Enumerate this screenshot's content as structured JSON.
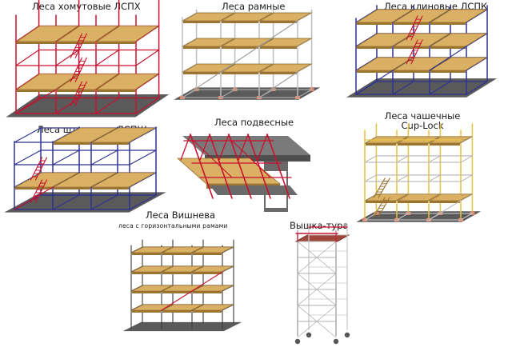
{
  "panels": [
    {
      "id": "lspkh",
      "title": "Леса хомутовые ЛСПХ"
    },
    {
      "id": "frame",
      "title": "Леса рамные"
    },
    {
      "id": "lspk",
      "title": "Леса клиновые ЛСПК"
    },
    {
      "id": "lspsh",
      "title": "Леса штыревые ЛСПШ"
    },
    {
      "id": "hanging",
      "title": "Леса подвесные"
    },
    {
      "id": "cuplock",
      "title": "Леса чашечные",
      "title2": "Cup-Lock"
    },
    {
      "id": "vishneva",
      "title": "Леса Вишнева",
      "subtitle": "леса с горизонтальными рамами"
    },
    {
      "id": "tower",
      "title": "Вышка-тура"
    }
  ],
  "colors": {
    "plank": "#d9b064",
    "plank_edge": "#9a7430",
    "red_pole": "#c8102e",
    "blue_pole": "#2e3192",
    "white_pole": "#c8c8c8",
    "yellow_pole": "#e8c23a",
    "ground": "#5a5a5a",
    "base": "#e28a6a",
    "wall": "#6a6a6a"
  }
}
